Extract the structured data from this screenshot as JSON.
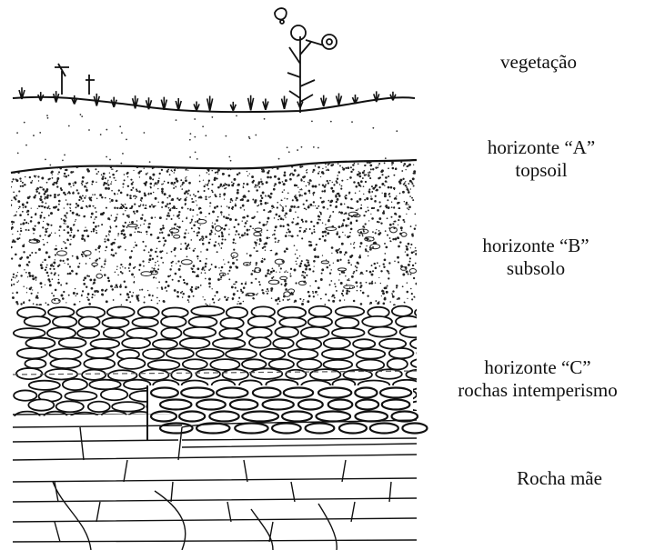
{
  "layers": [
    {
      "id": "vegetation",
      "lines": [
        "vegetação"
      ]
    },
    {
      "id": "horizon-a",
      "lines": [
        "horizonte “A”",
        "topsoil"
      ]
    },
    {
      "id": "horizon-b",
      "lines": [
        "horizonte “B”",
        "subsolo"
      ]
    },
    {
      "id": "horizon-c",
      "lines": [
        "horizonte “C”",
        "rochas intemperismo"
      ]
    },
    {
      "id": "bedrock",
      "lines": [
        "Rocha mãe"
      ]
    }
  ],
  "colors": {
    "ink": "#111111",
    "background": "#ffffff"
  }
}
